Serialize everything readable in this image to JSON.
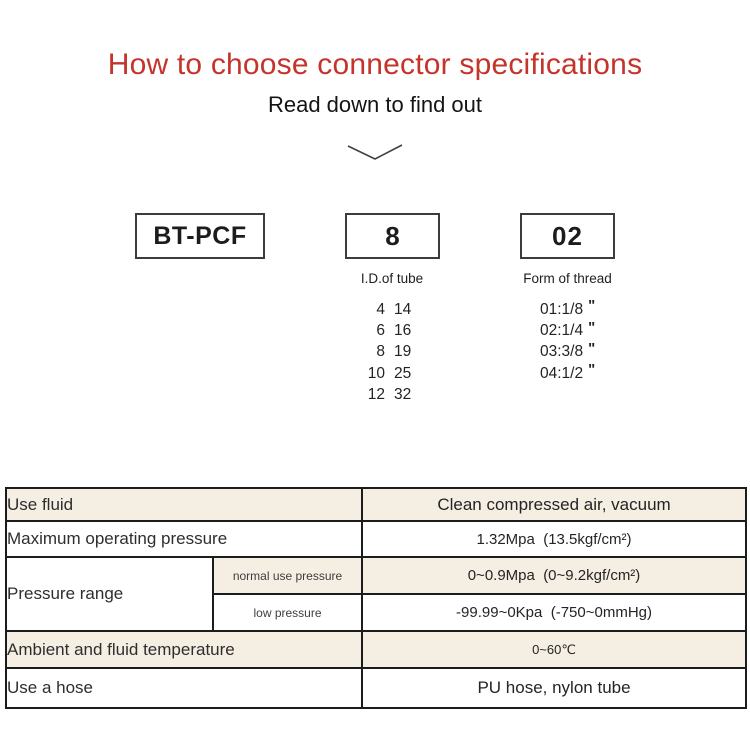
{
  "header": {
    "title": "How to choose connector specifications",
    "subtitle": "Read down to find out"
  },
  "builder": {
    "model_box": "BT-PCF",
    "size_box": "8",
    "thread_box": "02",
    "tube": {
      "label": "I.D.of tube",
      "rows": [
        {
          "id": "4",
          "od": "14"
        },
        {
          "id": "6",
          "od": "16"
        },
        {
          "id": "8",
          "od": "19"
        },
        {
          "id": "10",
          "od": "25"
        },
        {
          "id": "12",
          "od": "32"
        }
      ]
    },
    "thread": {
      "label": "Form of thread",
      "quote_mark": "\"",
      "items": [
        {
          "text": "01:1/8"
        },
        {
          "text": "02:1/4"
        },
        {
          "text": "03:3/8"
        },
        {
          "text": "04:1/2"
        }
      ]
    }
  },
  "spec_table": {
    "use_fluid_label": "Use fluid",
    "use_fluid_value": "Clean compressed air, vacuum",
    "max_pressure_label": "Maximum operating pressure",
    "max_pressure_value": "1.32Mpa  (13.5kgf/cm²)",
    "pressure_range_label": "Pressure range",
    "normal_pressure_label": "normal use pressure",
    "normal_pressure_value": "0~0.9Mpa  (0~9.2kgf/cm²)",
    "low_pressure_label": "low pressure",
    "low_pressure_value": "-99.99~0Kpa  (-750~0mmHg)",
    "temperature_label": "Ambient and fluid temperature",
    "temperature_value": "0~60℃",
    "hose_label": "Use a hose",
    "hose_value": "PU hose, nylon tube"
  },
  "colors": {
    "accent_red": "#c5342b",
    "row_beige": "#f5eee3",
    "table_border": "#1c1c1c"
  }
}
